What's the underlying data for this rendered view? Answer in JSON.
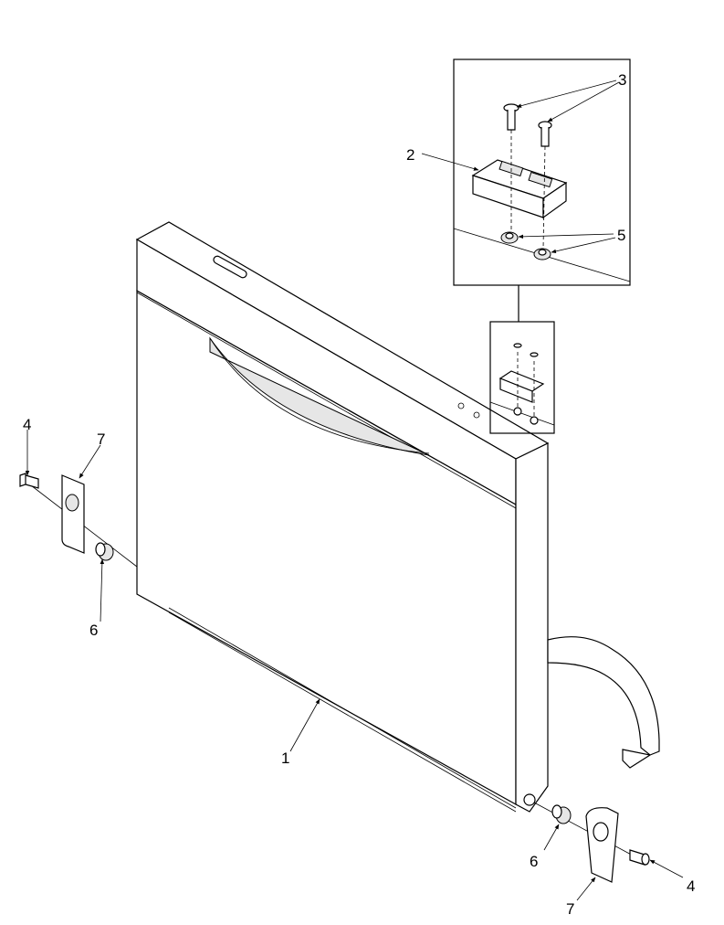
{
  "diagram": {
    "type": "exploded-parts-view",
    "callouts": [
      {
        "id": "callout-1",
        "text": "1"
      },
      {
        "id": "callout-2",
        "text": "2"
      },
      {
        "id": "callout-3",
        "text": "3"
      },
      {
        "id": "callout-4a",
        "text": "4"
      },
      {
        "id": "callout-4b",
        "text": "4"
      },
      {
        "id": "callout-5",
        "text": "5"
      },
      {
        "id": "callout-6a",
        "text": "6"
      },
      {
        "id": "callout-6b",
        "text": "6"
      },
      {
        "id": "callout-7a",
        "text": "7"
      },
      {
        "id": "callout-7b",
        "text": "7"
      }
    ]
  }
}
